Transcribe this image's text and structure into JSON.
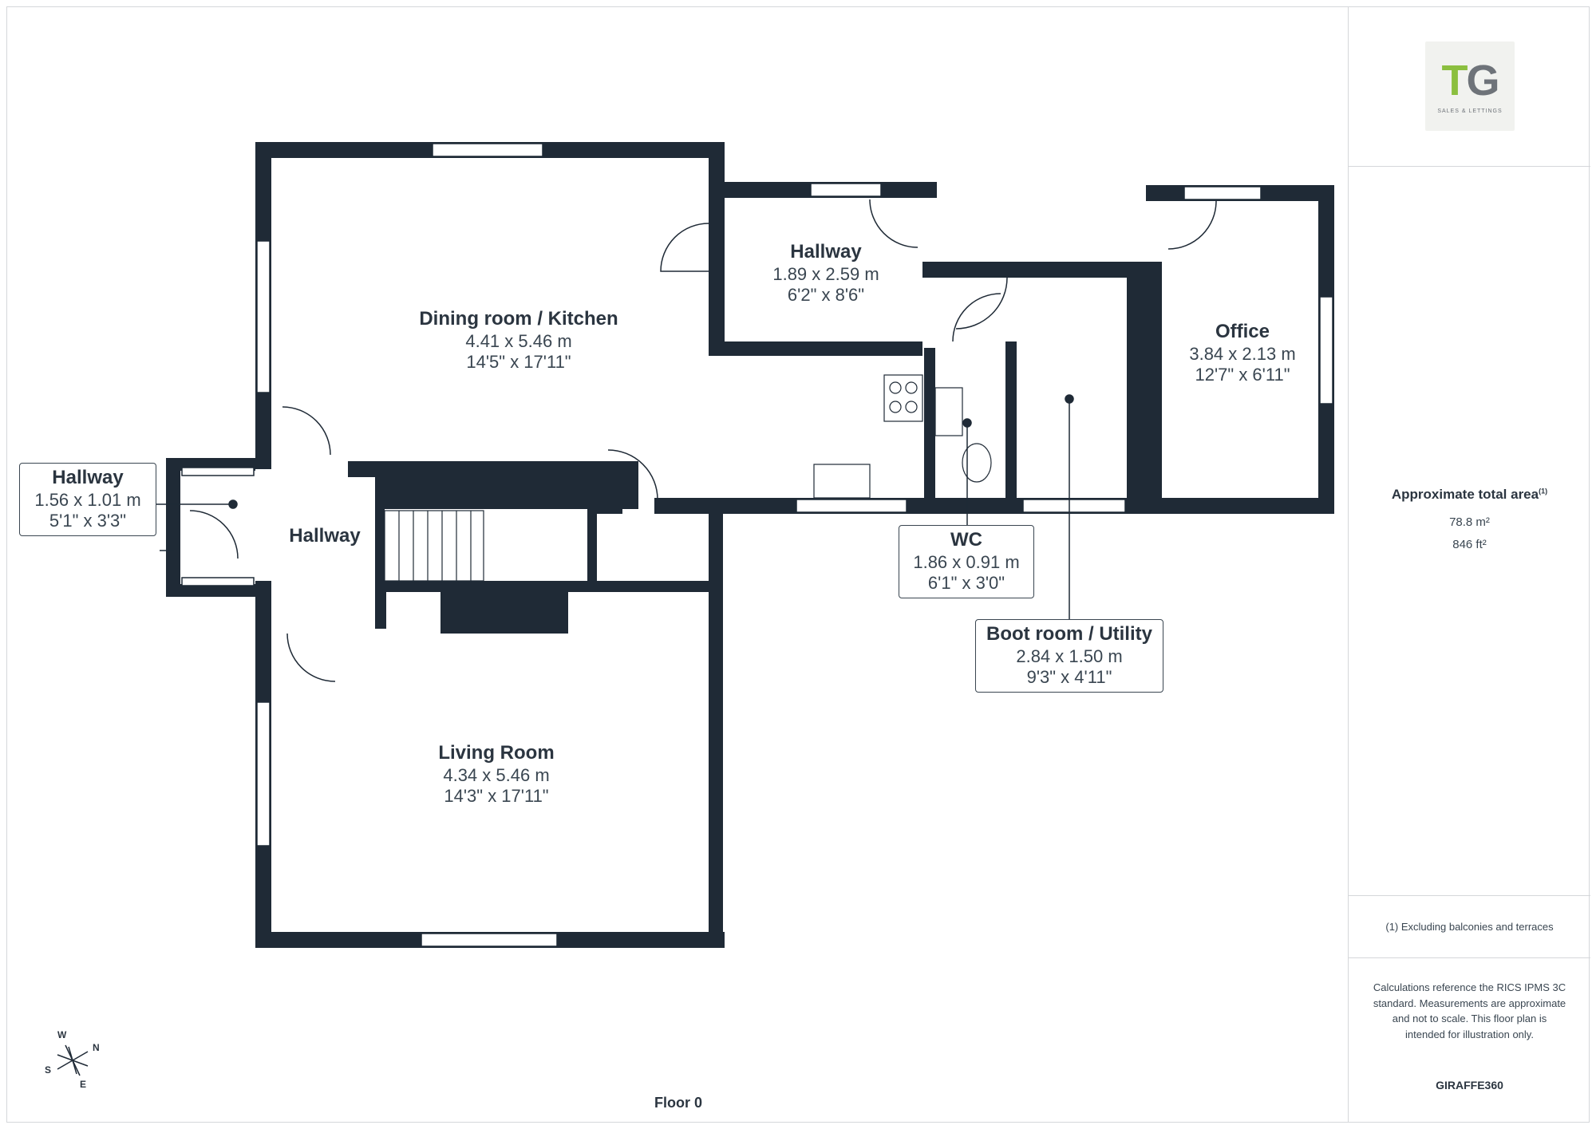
{
  "rooms": {
    "dining_kitchen": {
      "name": "Dining room / Kitchen",
      "metric": "4.41 x 5.46 m",
      "imperial": "14'5\" x 17'11\""
    },
    "hallway_upper": {
      "name": "Hallway",
      "metric": "1.89 x 2.59 m",
      "imperial": "6'2\" x 8'6\""
    },
    "office": {
      "name": "Office",
      "metric": "3.84 x 2.13 m",
      "imperial": "12'7\" x 6'11\""
    },
    "hallway_entrance": {
      "name": "Hallway",
      "metric": "1.56 x 1.01 m",
      "imperial": "5'1\" x 3'3\""
    },
    "hallway_central": {
      "name": "Hallway"
    },
    "wc": {
      "name": "WC",
      "metric": "1.86 x 0.91 m",
      "imperial": "6'1\" x 3'0\""
    },
    "boot_room": {
      "name": "Boot room / Utility",
      "metric": "2.84 x 1.50 m",
      "imperial": "9'3\" x 4'11\""
    },
    "living_room": {
      "name": "Living Room",
      "metric": "4.34 x 5.46 m",
      "imperial": "14'3\" x 17'11\""
    }
  },
  "floor_label": "Floor 0",
  "compass": {
    "w": "W",
    "n": "N",
    "s": "S",
    "e": "E"
  },
  "sidebar": {
    "logo": {
      "letters_t": "T",
      "letters_g": "G",
      "subtitle": "SALES & LETTINGS"
    },
    "area_title": "Approximate total area",
    "area_note_mark": "(1)",
    "area_metric": "78.8 m²",
    "area_imperial": "846 ft²",
    "footnote": "(1) Excluding balconies and terraces",
    "disclaimer": "Calculations reference the RICS IPMS 3C standard. Measurements are approximate and not to scale. This floor plan is intended for illustration only.",
    "brand": "GIRAFFE360"
  },
  "colors": {
    "wall": "#1f2a36",
    "text": "#2b3540",
    "border": "#d5d7da",
    "logo_green": "#8bbf3f"
  }
}
